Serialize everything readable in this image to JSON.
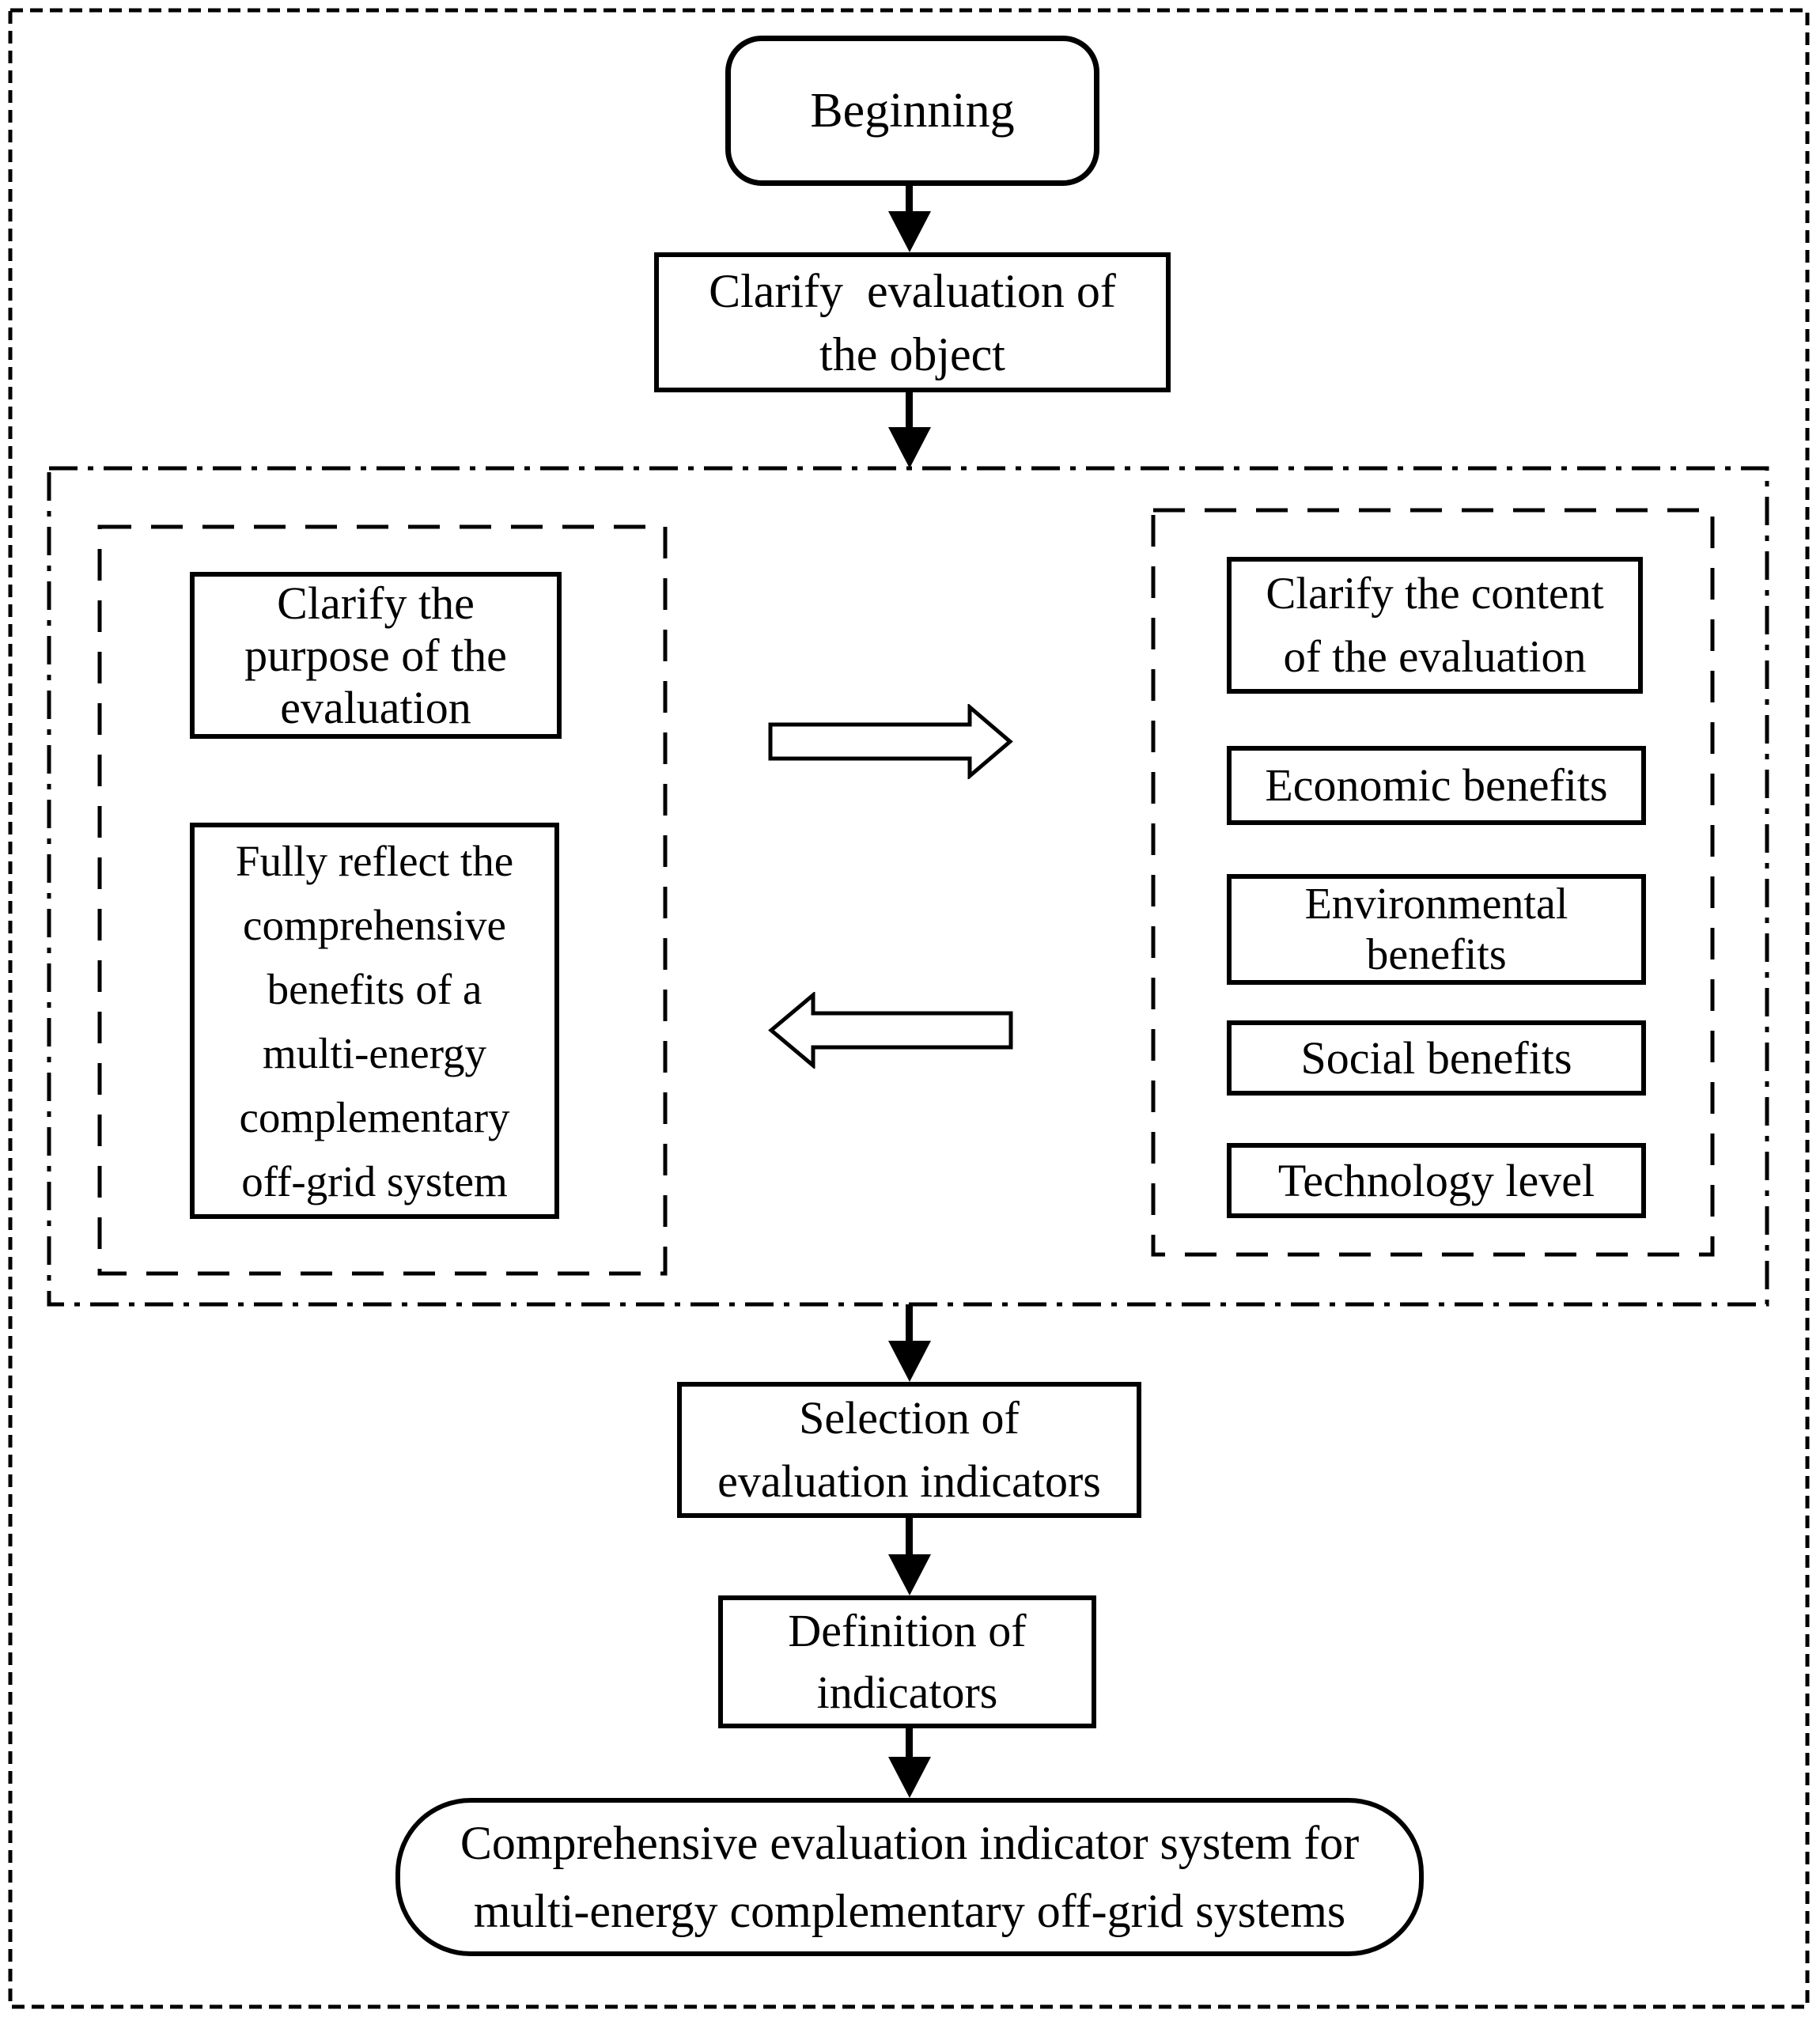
{
  "diagram": {
    "title": "Flowchart of building a comprehensive evaluation indicator system",
    "colors": {
      "ink": "#000000",
      "background": "#ffffff"
    },
    "nodes": {
      "beginning": {
        "label": "Beginning"
      },
      "clarify_object": {
        "label": "Clarify  evaluation of\nthe object"
      },
      "purpose": {
        "label": "Clarify the\npurpose of the\nevaluation"
      },
      "fully_reflect": {
        "label": "Fully reflect the\ncomprehensive\nbenefits of a\nmulti-energy\ncomplementary\noff-grid system"
      },
      "content": {
        "label": "Clarify the content\nof the evaluation"
      },
      "economic": {
        "label": "Economic benefits"
      },
      "environmental": {
        "label": "Environmental\nbenefits"
      },
      "social": {
        "label": "Social benefits"
      },
      "technology": {
        "label": "Technology level"
      },
      "selection": {
        "label": "Selection of\nevaluation indicators"
      },
      "definition": {
        "label": "Definition of\nindicators"
      },
      "final": {
        "label": "Comprehensive evaluation indicator system for\nmulti-energy complementary off-grid systems"
      }
    },
    "connectors": {
      "flow_arrows_down": 5,
      "block_arrow_right": "left-group-to-right-group",
      "block_arrow_left": "right-group-to-left-group"
    }
  }
}
